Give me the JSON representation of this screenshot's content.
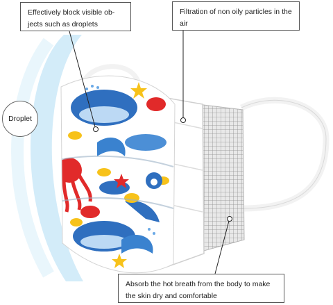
{
  "callouts": {
    "block_droplets": "Effectively block visible ob-jects such as droplets",
    "filtration": "Filtration of non oily particles in the air",
    "absorb": "Absorb the hot breath from the body to make the skin dry and comfortable"
  },
  "droplet_label": "Droplet",
  "colors": {
    "mask_white": "#ffffff",
    "mesh_grey": "#9a9a9a",
    "shield_blue": "#bfe4f6",
    "whale_blue": "#2f6fbf",
    "octopus_red": "#e12a2a",
    "fish_yellow": "#f7c21a"
  }
}
